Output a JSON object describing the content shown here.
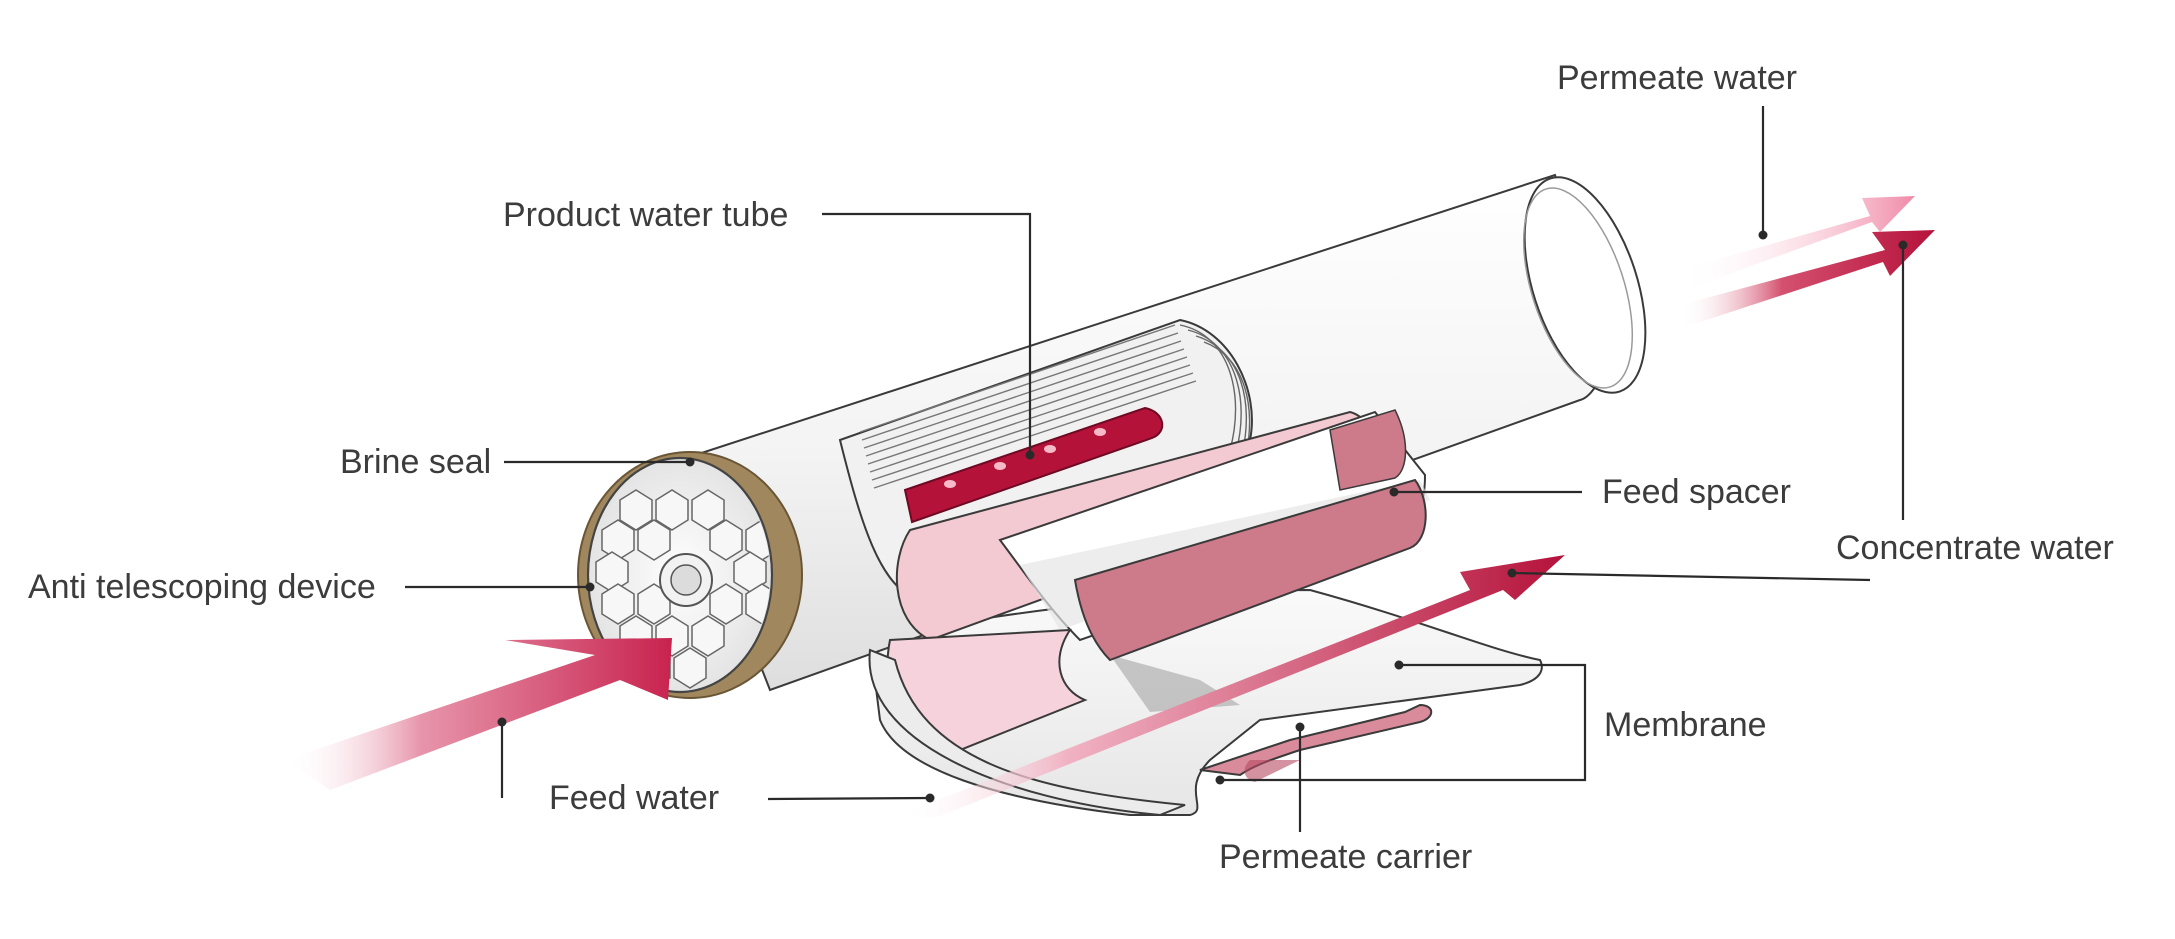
{
  "labels": {
    "permeate_water": "Permeate water",
    "product_water_tube": "Product water tube",
    "brine_seal": "Brine seal",
    "feed_spacer": "Feed spacer",
    "concentrate_water": "Concentrate water",
    "anti_telescoping_device": "Anti telescoping device",
    "membrane": "Membrane",
    "feed_water": "Feed water",
    "permeate_carrier": "Permeate carrier"
  },
  "colors": {
    "crimson": "#b5123a",
    "pink": "#f08aa8",
    "light_pink": "#f6b9c8",
    "spacer_pink": "#cd7a8a",
    "shell": "#f4f4f4",
    "leader": "#2a2a2a",
    "text": "#3c3c3c"
  }
}
